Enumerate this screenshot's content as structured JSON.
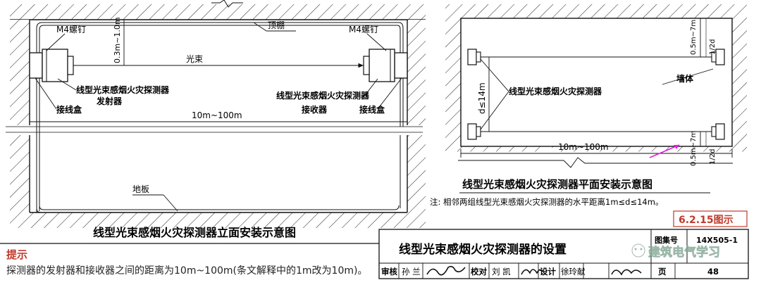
{
  "elevation": {
    "screw_left": "M4螺钉",
    "screw_right": "M4螺钉",
    "distance_vertical": "0.3m~1.0m",
    "beam": "光束",
    "ceiling": "顶棚",
    "transmitter": "线型光束感烟火灾探测器",
    "transmitter_sub": "发射器",
    "receiver": "线型光束感烟火灾探测器",
    "receiver_sub": "接收器",
    "junction_box_left": "接线盒",
    "junction_box_right": "接线盒",
    "distance": "10m~100m",
    "floor": "地板",
    "title": "线型光束感烟火灾探测器立面安装示意图"
  },
  "plan": {
    "wall_gap_top": "0.5m~7m",
    "wall_gap_top_alt": "1/2d",
    "wall_gap_bottom": "0.5m~7m",
    "wall_gap_bottom_alt": "1/2d",
    "spacing": "d≤14m",
    "detector": "线型光束感烟火灾探测器",
    "wall": "墙体",
    "distance": "10m~100m",
    "title": "线型光束感烟火灾探测器平面安装示意图",
    "note": "注: 相邻两组线型光束感烟火灾探测器的水平距离1m≤d≤14m。"
  },
  "figure_ref": "6.2.15图示",
  "title_block": {
    "main_title": "线型光束感烟火灾探测器的设置",
    "atlas_label": "图集号",
    "atlas_no": "14X505-1",
    "review_label": "审核",
    "review_name": "孙 兰",
    "check_label": "校对",
    "check_name": "刘 凯",
    "design_label": "设计",
    "design_name": "徐玲献",
    "page_label": "页",
    "page_no": "48"
  },
  "watermark": "建筑电气学习",
  "tip": {
    "title": "提示",
    "body": "探测器的发射器和接收器之间的距离为10m~100m(条文解释中的1m改为10m)。"
  }
}
